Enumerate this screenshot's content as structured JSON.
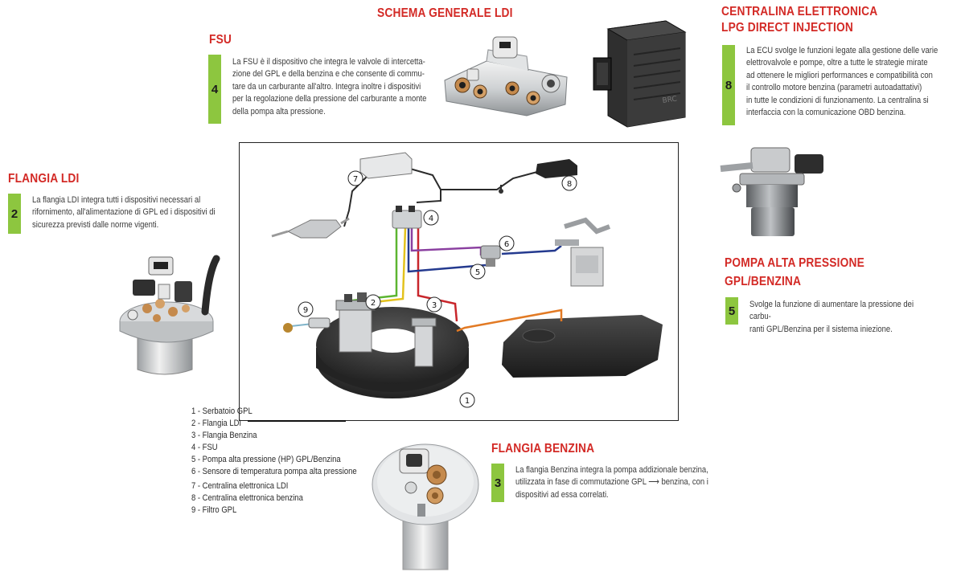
{
  "header": {
    "title": "SCHEMA GENERALE LDI"
  },
  "fsu": {
    "title": "FSU",
    "number": "4",
    "lines": [
      "La FSU è il dispositivo che integra le valvole di intercetta-",
      "zione del GPL e della benzina e che consente di commu-",
      "tare da un carburante all'altro. Integra inoltre i dispositivi",
      "per la regolazione della pressione del carburante a monte",
      "della pompa alta pressione."
    ]
  },
  "centralina": {
    "title_lines": [
      "CENTRALINA ELETTRONICA",
      "LPG DIRECT INJECTION"
    ],
    "number": "8",
    "lines": [
      "La ECU svolge le funzioni legate alla gestione delle varie",
      "elettrovalvole e pompe, oltre a tutte le strategie mirate",
      "ad ottenere le migliori performances e compatibilità con",
      "il controllo motore benzina (parametri autoadattativi)",
      "in tutte le condizioni di funzionamento. La centralina si",
      "interfaccia con la comunicazione OBD benzina."
    ],
    "brand_text": "BRC"
  },
  "flangia_ldi": {
    "title": "FLANGIA LDI",
    "number": "2",
    "lines": [
      "La flangia LDI integra tutti i dispositivi necessari al",
      "rifornimento, all'alimentazione di GPL ed i dispositivi di",
      "sicurezza previsti dalle norme vigenti."
    ]
  },
  "pompa": {
    "title_lines": [
      "POMPA ALTA PRESSIONE",
      "GPL/BENZINA"
    ],
    "number": "5",
    "lines": [
      "Svolge la funzione di aumentare la pressione dei carbu-",
      "ranti GPL/Benzina per il sistema iniezione."
    ]
  },
  "flangia_benzina": {
    "title": "FLANGIA BENZINA",
    "number": "3",
    "lines": [
      "La flangia Benzina integra la pompa addizionale benzina,",
      "utilizzata in fase di commutazione GPL ⟶ benzina, con i",
      "dispositivi ad essa correlati."
    ]
  },
  "legend": [
    "1 - Serbatoio GPL",
    "2 - Flangia LDI",
    "3 - Flangia Benzina",
    "4 - FSU",
    "5 - Pompa alta pressione (HP) GPL/Benzina",
    "6 - Sensore di temperatura pompa alta pressione",
    "7 - Centralina elettronica LDI",
    "8 - Centralina elettronica benzina",
    "9 - Filtro GPL"
  ],
  "callouts": [
    "1",
    "2",
    "3",
    "4",
    "5",
    "6",
    "7",
    "8",
    "9"
  ],
  "colors": {
    "accent_red": "#d32a26",
    "badge_green": "#8dc63f",
    "line_green": "#5cb531",
    "line_yellow": "#e3c21d",
    "line_red": "#c8262b",
    "line_purple": "#8a3fa0",
    "line_blue": "#243a8f",
    "line_orange": "#e27a24"
  }
}
